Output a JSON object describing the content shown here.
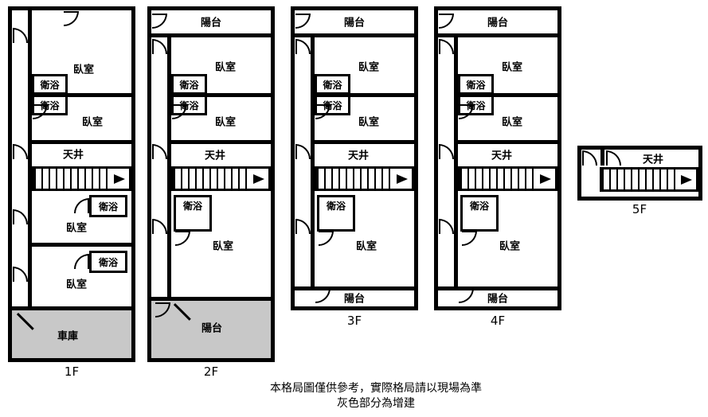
{
  "floors": {
    "f1": {
      "label": "1F",
      "rooms": {
        "bedroom1": "臥室",
        "bath1": "衛浴",
        "bath2": "衛浴",
        "bedroom2": "臥室",
        "atrium": "天井",
        "bath3": "衛浴",
        "bedroom3": "臥室",
        "bath4": "衛浴",
        "bedroom4": "臥室",
        "garage": "車庫"
      }
    },
    "f2": {
      "label": "2F",
      "rooms": {
        "balcony_top": "陽台",
        "bedroom1": "臥室",
        "bath1": "衛浴",
        "bath2": "衛浴",
        "bedroom2": "臥室",
        "atrium": "天井",
        "bath3": "衛浴",
        "bedroom3": "臥室",
        "balcony_bottom": "陽台"
      }
    },
    "f3": {
      "label": "3F",
      "rooms": {
        "balcony_top": "陽台",
        "bedroom1": "臥室",
        "bath1": "衛浴",
        "bath2": "衛浴",
        "bedroom2": "臥室",
        "atrium": "天井",
        "bath3": "衛浴",
        "bedroom3": "臥室",
        "balcony_bottom": "陽台"
      }
    },
    "f4": {
      "label": "4F",
      "rooms": {
        "balcony_top": "陽台",
        "bedroom1": "臥室",
        "bath1": "衛浴",
        "bath2": "衛浴",
        "bedroom2": "臥室",
        "atrium": "天井",
        "bath3": "衛浴",
        "bedroom3": "臥室",
        "balcony_bottom": "陽台"
      }
    },
    "f5": {
      "label": "5F",
      "rooms": {
        "atrium": "天井"
      }
    }
  },
  "footer": {
    "line1": "本格局圖僅供參考，實際格局請以現場為準",
    "line2": "灰色部分為增建"
  },
  "colors": {
    "wall": "#000000",
    "annex_gray": "#c8c8c8"
  }
}
